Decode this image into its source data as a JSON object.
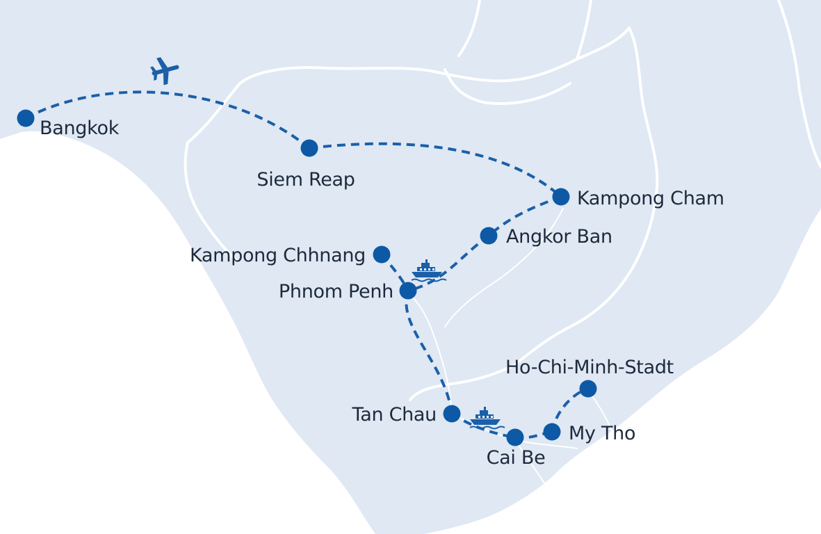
{
  "map": {
    "colors": {
      "land": "#dfe8f3",
      "sea": "#ffffff",
      "border": "#ffffff",
      "route": "#1b5fa8",
      "stop": "#0d59a5",
      "label": "#1d2a3b"
    },
    "route_legs": [
      {
        "from": "Bangkok",
        "to": "Siem Reap",
        "mode": "flight"
      },
      {
        "from": "Siem Reap",
        "to": "Kampong Cham",
        "mode": "land"
      },
      {
        "from": "Kampong Cham",
        "to": "Angkor Ban",
        "mode": "river"
      },
      {
        "from": "Angkor Ban",
        "to": "Phnom Penh",
        "mode": "river"
      },
      {
        "from": "Kampong Chhnang",
        "to": "Phnom Penh",
        "mode": "river"
      },
      {
        "from": "Phnom Penh",
        "to": "Tan Chau",
        "mode": "river"
      },
      {
        "from": "Tan Chau",
        "to": "Cai Be",
        "mode": "river"
      },
      {
        "from": "Cai Be",
        "to": "My Tho",
        "mode": "river"
      },
      {
        "from": "My Tho",
        "to": "Ho-Chi-Minh-Stadt",
        "mode": "land"
      }
    ],
    "icons": [
      "airplane-icon",
      "ship-icon",
      "ship-icon"
    ],
    "stops": [
      {
        "name": "Bangkok"
      },
      {
        "name": "Siem Reap"
      },
      {
        "name": "Kampong Cham"
      },
      {
        "name": "Angkor Ban"
      },
      {
        "name": "Kampong Chhnang"
      },
      {
        "name": "Phnom Penh"
      },
      {
        "name": "Tan Chau"
      },
      {
        "name": "Cai Be"
      },
      {
        "name": "My Tho"
      },
      {
        "name": "Ho-Chi-Minh-Stadt"
      }
    ]
  }
}
